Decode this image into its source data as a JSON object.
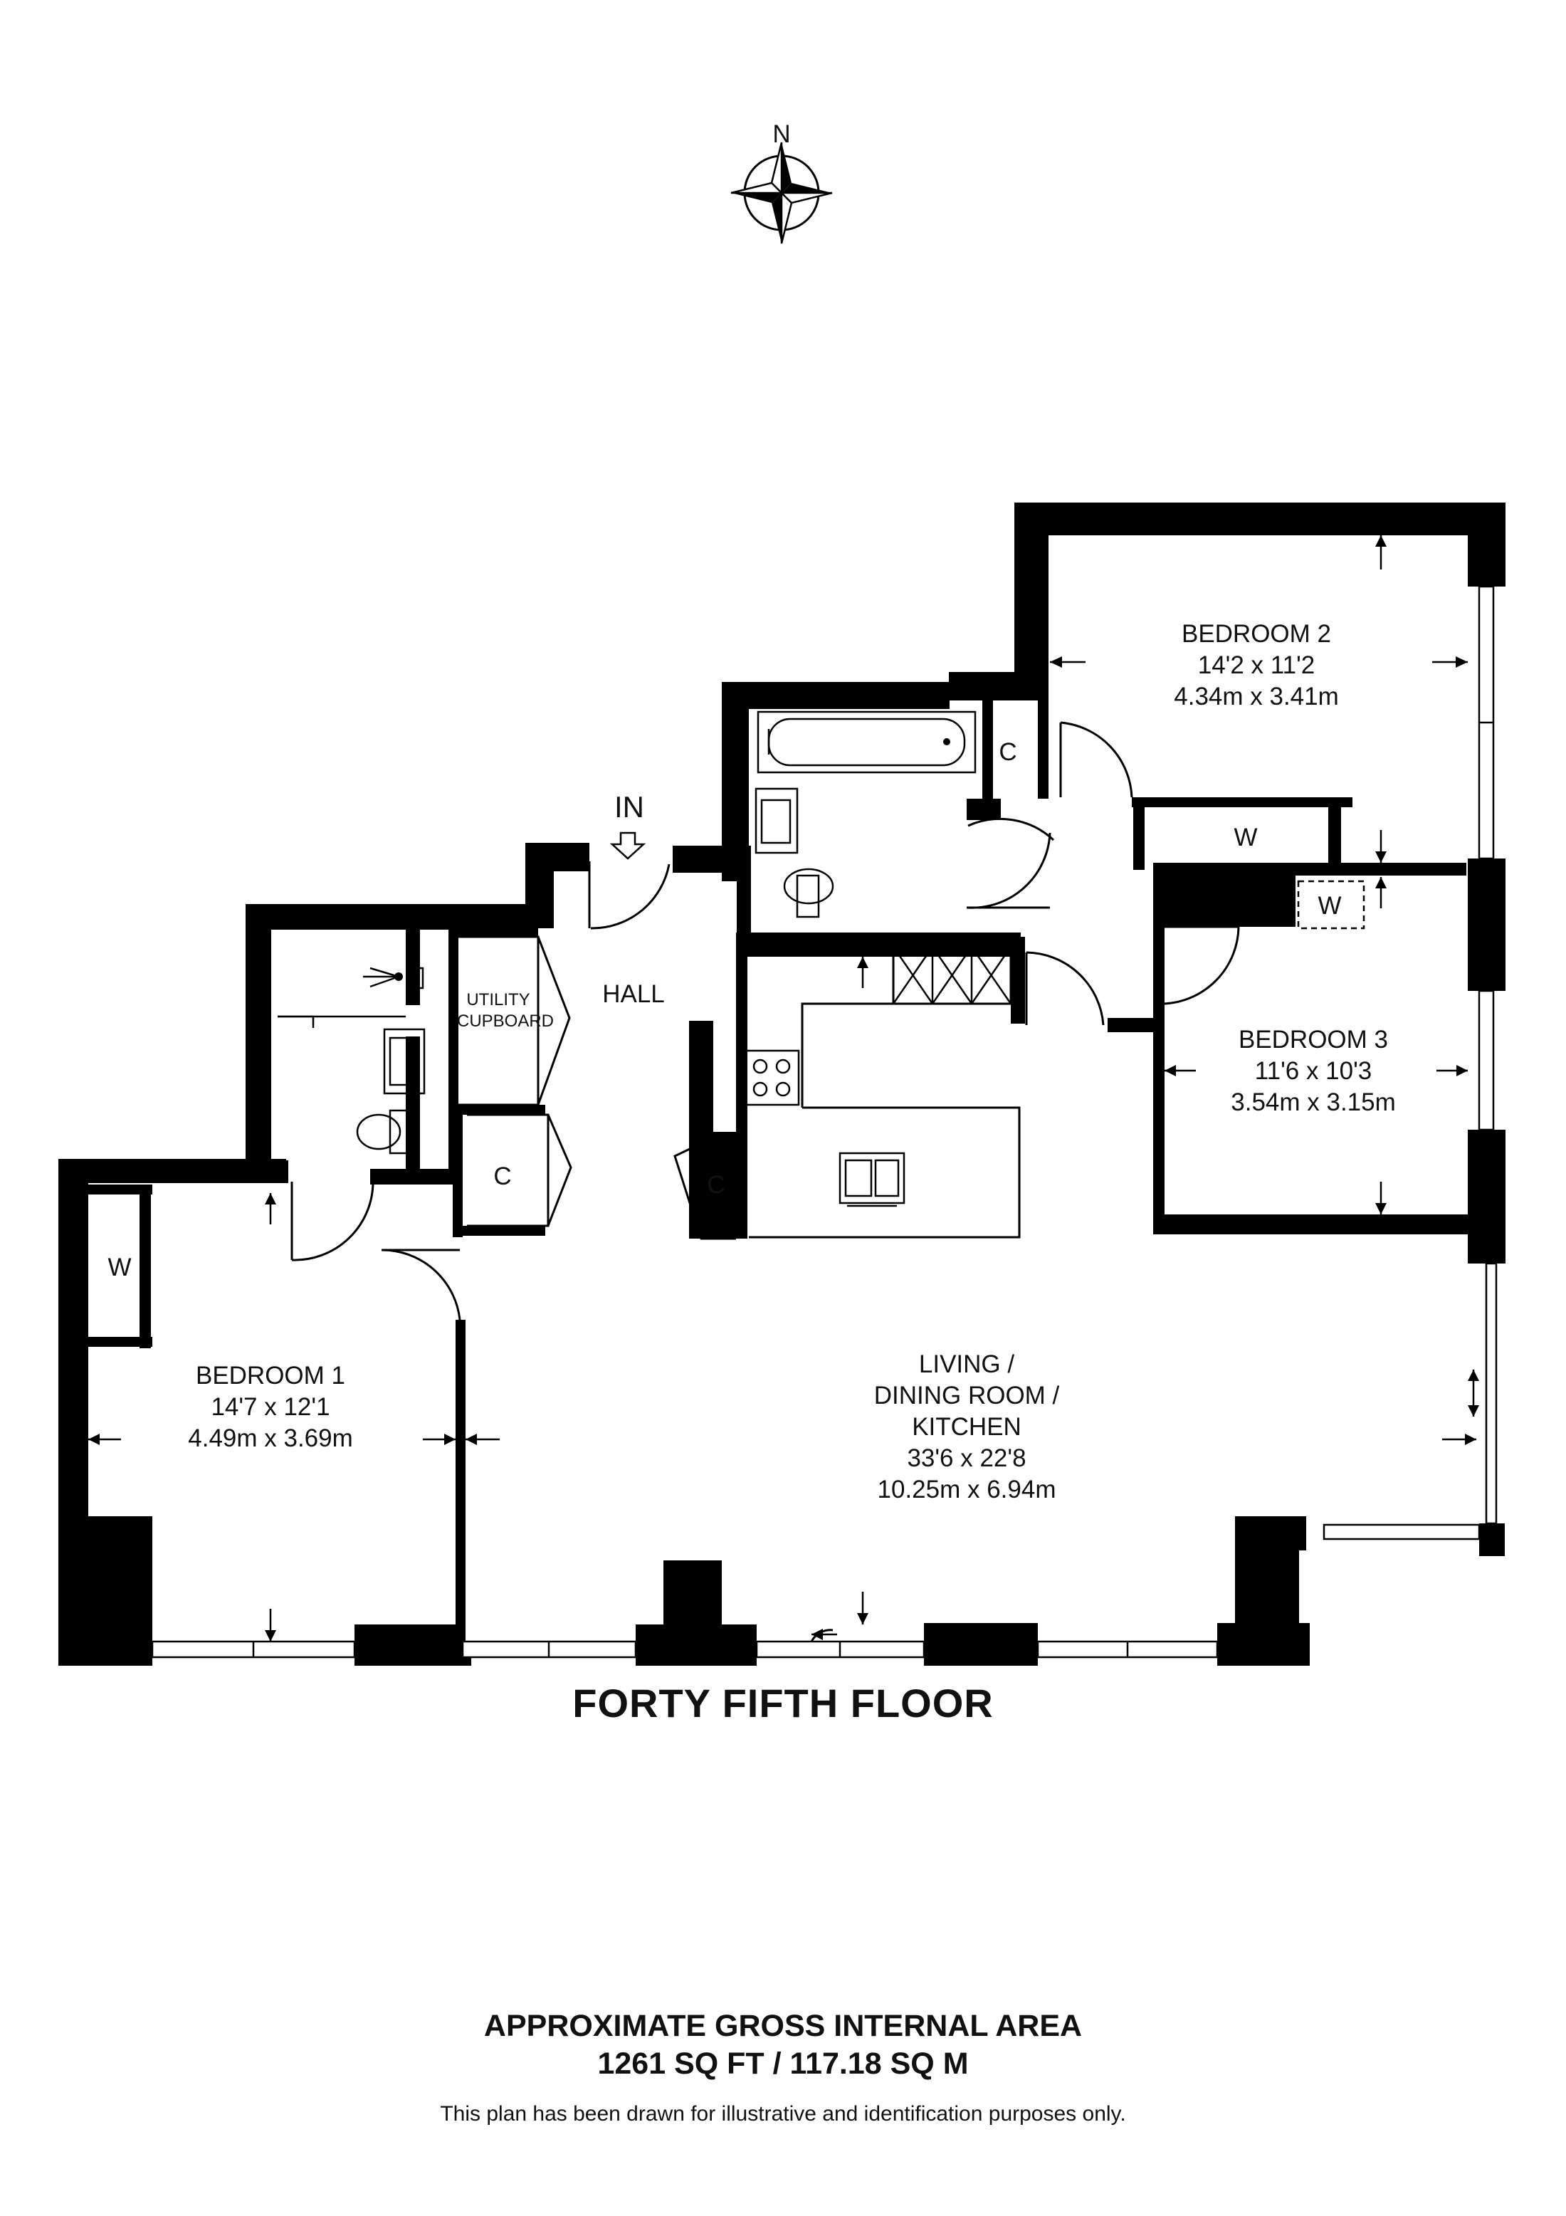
{
  "compass": {
    "north_label": "N"
  },
  "entrance_label": "IN",
  "rooms": {
    "bedroom2": {
      "name": "BEDROOM 2",
      "imperial": "14'2 x 11'2",
      "metric": "4.34m x 3.41m"
    },
    "bedroom3": {
      "name": "BEDROOM 3",
      "imperial": "11'6 x 10'3",
      "metric": "3.54m x 3.15m"
    },
    "bedroom1": {
      "name": "BEDROOM 1",
      "imperial": "14'7 x 12'1",
      "metric": "4.49m x 3.69m"
    },
    "living": {
      "name_lines": [
        "LIVING /",
        "DINING ROOM /",
        "KITCHEN"
      ],
      "imperial": "33'6 x 22'8",
      "metric": "10.25m x 6.94m"
    },
    "hall": {
      "name": "HALL"
    },
    "utility": {
      "name_lines": [
        "UTILITY",
        "CUPBOARD"
      ]
    }
  },
  "markers": {
    "cupboard": "C",
    "wardrobe": "W"
  },
  "floor_title": "FORTY FIFTH FLOOR",
  "area": {
    "line1": "APPROXIMATE GROSS INTERNAL AREA",
    "line2": "1261 SQ FT / 117.18 SQ M"
  },
  "disclaimer": "This plan has been drawn for illustrative and identification purposes only."
}
